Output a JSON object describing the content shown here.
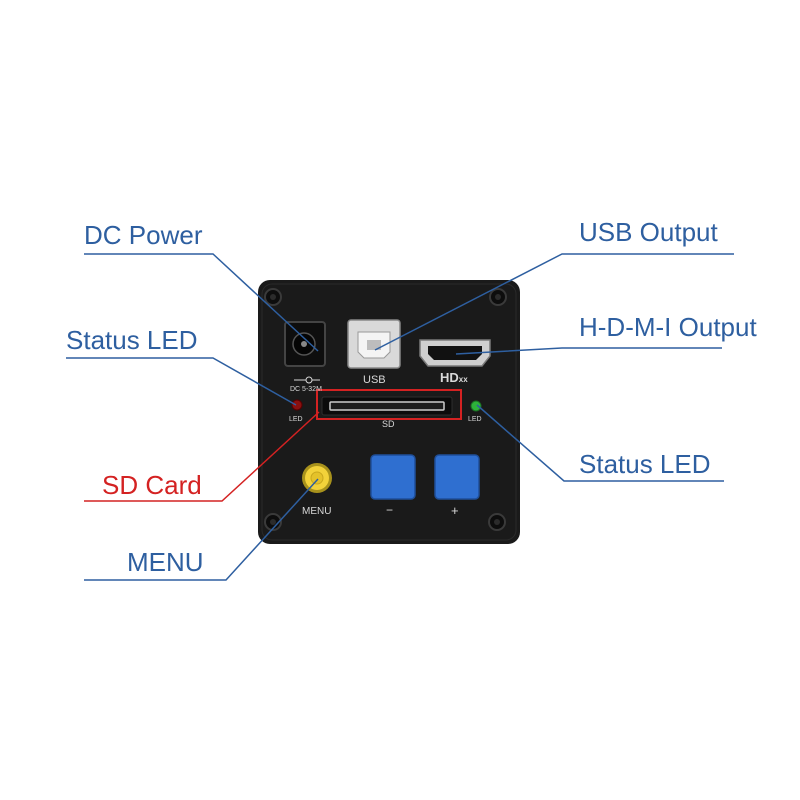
{
  "labels": {
    "dc_power": "DC Power",
    "status_led_left": "Status LED",
    "sd_card": "SD Card",
    "menu": "MENU",
    "usb_output": "USB Output",
    "hdmi_output": "H-D-M-I Output",
    "status_led_right": "Status LED"
  },
  "panel": {
    "dc_text": "DC 5-32M",
    "usb_text": "USB",
    "hd_text": "HD",
    "hd_sub": "xx",
    "sd_text": "SD",
    "led_text": "LED",
    "menu_text": "MENU",
    "minus_text": "−",
    "plus_text": "+"
  },
  "colors": {
    "callout_text": "#2e5fa0",
    "callout_line": "#2e5fa0",
    "highlight": "#d42222",
    "panel": "#1a1a1a",
    "button_blue": "#2f6fd0",
    "menu_knob": "#f2d23a",
    "led_red": "#8a1010",
    "led_green": "#2db33a"
  }
}
